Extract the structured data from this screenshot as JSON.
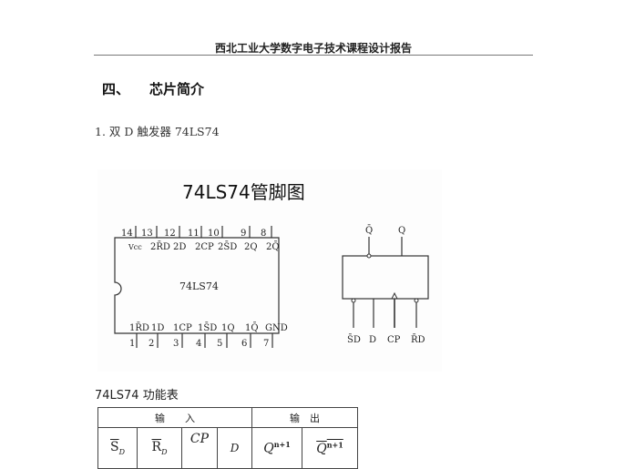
{
  "document": {
    "running_header": "西北工业大学数字电子技术课程设计报告",
    "section": {
      "number": "四、",
      "title": "芯片简介"
    },
    "item": {
      "label": "1. 双 D 触发器 74LS74"
    }
  },
  "figure": {
    "title": "74LS74管脚图",
    "chip_name": "74LS74",
    "top_pins": [
      {
        "number": "14",
        "name": "Vcc"
      },
      {
        "number": "13",
        "name": "2R̄D"
      },
      {
        "number": "12",
        "name": "2D"
      },
      {
        "number": "11",
        "name": "2CP"
      },
      {
        "number": "10",
        "name": "2S̄D"
      },
      {
        "number": "9",
        "name": "2Q"
      },
      {
        "number": "8",
        "name": "2Q̄"
      }
    ],
    "bottom_pins": [
      {
        "number": "1",
        "name": "1R̄D"
      },
      {
        "number": "2",
        "name": "1D"
      },
      {
        "number": "3",
        "name": "1CP"
      },
      {
        "number": "4",
        "name": "1S̄D"
      },
      {
        "number": "5",
        "name": "1Q"
      },
      {
        "number": "6",
        "name": "1Q̄"
      },
      {
        "number": "7",
        "name": "GND"
      }
    ],
    "logic_symbol": {
      "outputs": [
        "Q̄",
        "Q"
      ],
      "inputs": [
        "S̄D",
        "D",
        "CP",
        "R̄D"
      ]
    }
  },
  "function_table": {
    "caption": "74LS74 功能表",
    "group_headers": {
      "inputs": "输　　入",
      "outputs": "输　出"
    },
    "columns": {
      "sd": "S",
      "sd_sub": "D",
      "rd": "R",
      "rd_sub": "D",
      "cp": "CP",
      "d": "D",
      "q": "Q",
      "q_sup": "n+1",
      "qbar": "Q",
      "qbar_sup": "n+1"
    }
  }
}
